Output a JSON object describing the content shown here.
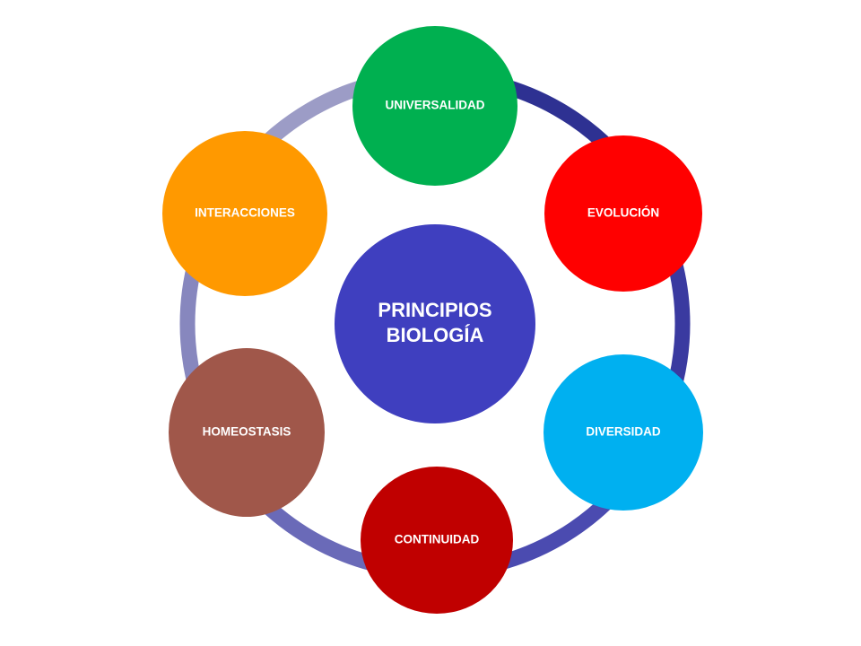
{
  "center": {
    "label_line1": "PRINCIPIOS",
    "label_line2": "BIOLOGÍA",
    "color": "#3F3FBF"
  },
  "nodes": [
    {
      "id": "universalidad",
      "label": "UNIVERSALIDAD",
      "color": "#00B050"
    },
    {
      "id": "evolucion",
      "label": "EVOLUCIÓN",
      "color": "#FF0000"
    },
    {
      "id": "diversidad",
      "label": "DIVERSIDAD",
      "color": "#00B0F0"
    },
    {
      "id": "continuidad",
      "label": "CONTINUIDAD",
      "color": "#C00000"
    },
    {
      "id": "homeostasis",
      "label": "HOMEOSTASIS",
      "color": "#A0574A"
    },
    {
      "id": "interacciones",
      "label": "INTERACCIONES",
      "color": "#FF9900"
    }
  ],
  "ring": {
    "arc_colors": [
      "#2E3192",
      "#3A3AA0",
      "#4B4BB0",
      "#6A6AB8",
      "#8787BE",
      "#9C9CC6"
    ]
  }
}
